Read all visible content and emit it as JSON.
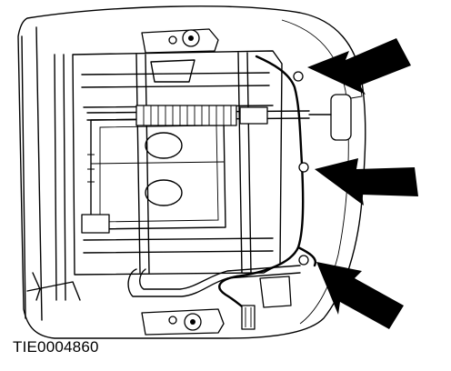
{
  "figure": {
    "reference_code": "TIE0004860"
  },
  "callouts": [
    {
      "name": "callout-arrow-upper",
      "icon": "arrow-pointing-left-icon"
    },
    {
      "name": "callout-arrow-middle",
      "icon": "arrow-pointing-left-icon"
    },
    {
      "name": "callout-arrow-lower",
      "icon": "arrow-pointing-up-left-icon"
    }
  ]
}
